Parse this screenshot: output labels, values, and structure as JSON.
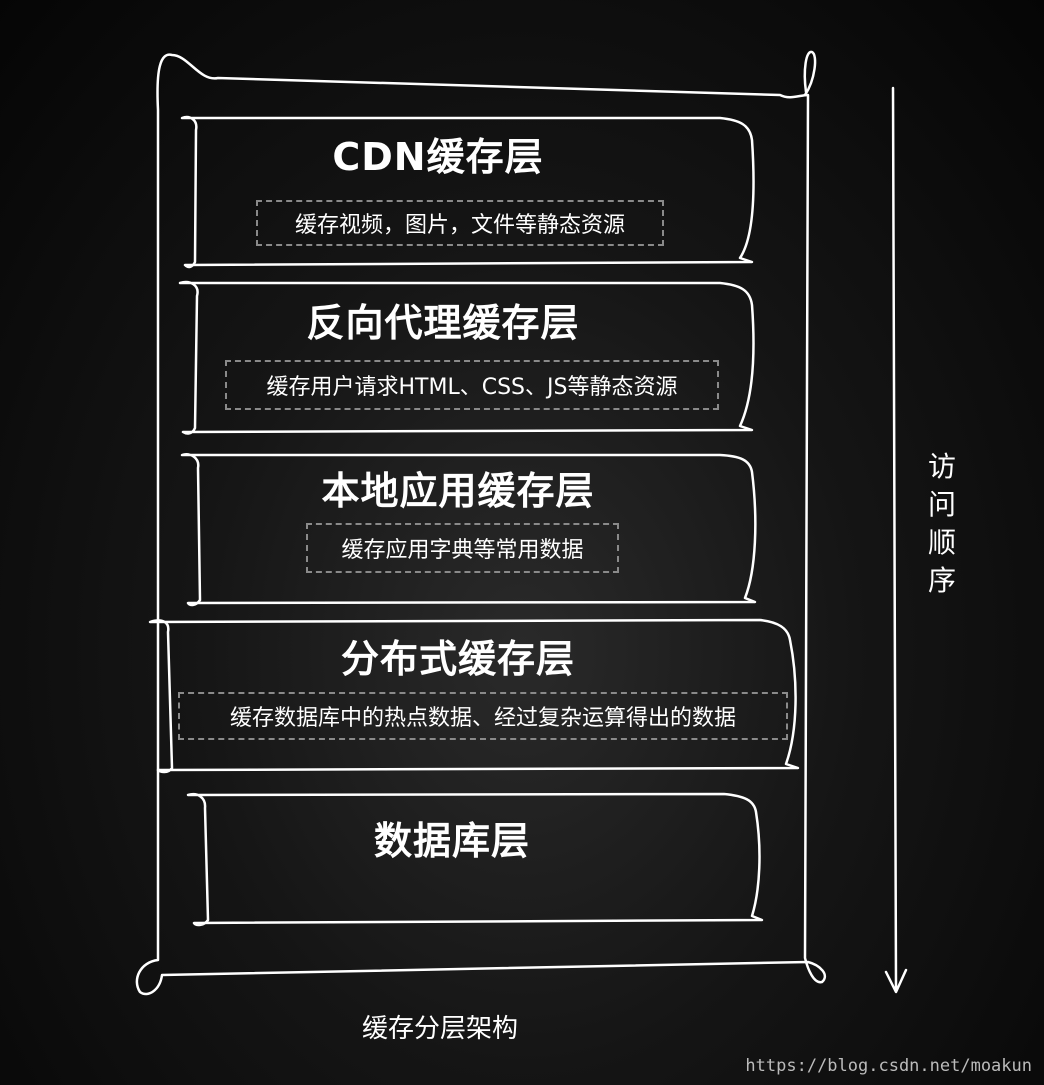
{
  "layers": [
    {
      "title": "CDN缓存层",
      "desc": "缓存视频，图片，文件等静态资源"
    },
    {
      "title": "反向代理缓存层",
      "desc": "缓存用户请求HTML、CSS、JS等静态资源"
    },
    {
      "title": "本地应用缓存层",
      "desc": "缓存应用字典等常用数据"
    },
    {
      "title": "分布式缓存层",
      "desc": "缓存数据库中的热点数据、经过复杂运算得出的数据"
    },
    {
      "title": "数据库层"
    }
  ],
  "access_order_label": "访问顺序",
  "caption": "缓存分层架构",
  "watermark": "https://blog.csdn.net/moakun",
  "colors": {
    "background": "#111111",
    "stroke": "#ffffff",
    "dashed_border": "#8a8a8a"
  }
}
